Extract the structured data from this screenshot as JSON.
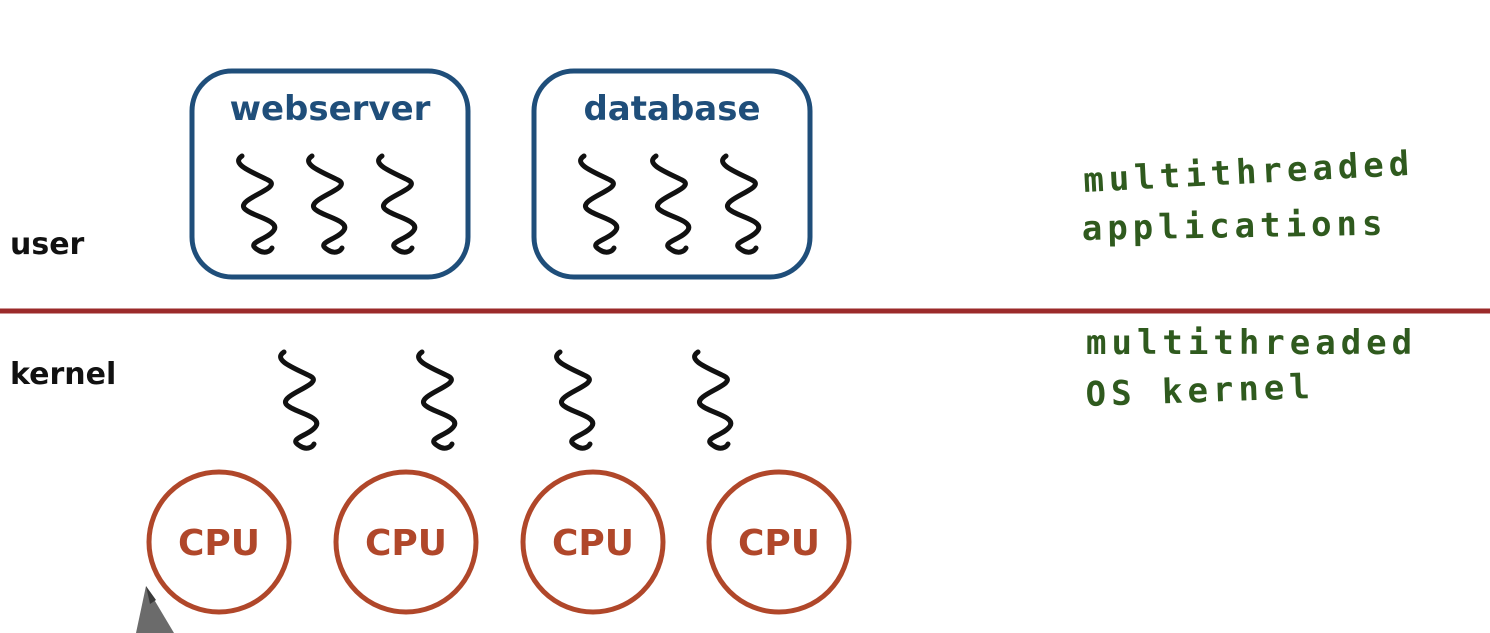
{
  "layers": {
    "user": "user",
    "kernel": "kernel"
  },
  "apps": [
    {
      "name": "webserver",
      "threads": 3
    },
    {
      "name": "database",
      "threads": 3
    }
  ],
  "kernel_threads": 4,
  "cpus": [
    "CPU",
    "CPU",
    "CPU",
    "CPU"
  ],
  "annotations": {
    "user_line1": "multithreaded",
    "user_line2": "applications",
    "kernel_line1": "multithreaded",
    "kernel_line2": "OS kernel"
  },
  "colors": {
    "app_box": "#1f4e7a",
    "app_title": "#1f4e7a",
    "divider": "#9b2a2a",
    "cpu": "#b0472a",
    "annotation": "#2f5a1e",
    "thread": "#111111",
    "layer_label": "#111111"
  },
  "icons": [
    "thread-squiggle-icon",
    "pen-cursor-icon"
  ]
}
